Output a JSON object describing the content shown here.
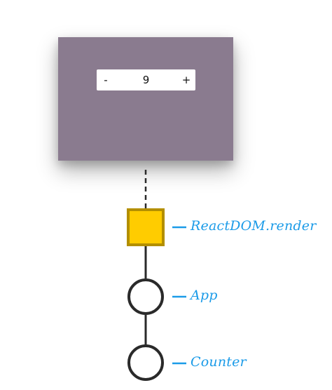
{
  "preview": {
    "counter": {
      "decrement_label": "-",
      "value": "9",
      "increment_label": "+"
    }
  },
  "tree": {
    "nodes": [
      {
        "name": "ReactDOM.render",
        "shape": "square"
      },
      {
        "name": "App",
        "shape": "circle"
      },
      {
        "name": "Counter",
        "shape": "circle"
      }
    ]
  },
  "colors": {
    "panel_bg": "#8a7b8f",
    "root_fill": "#ffcc00",
    "root_stroke": "#b38f00",
    "label_color": "#1b9be8",
    "line_color": "#2a2a2a"
  }
}
